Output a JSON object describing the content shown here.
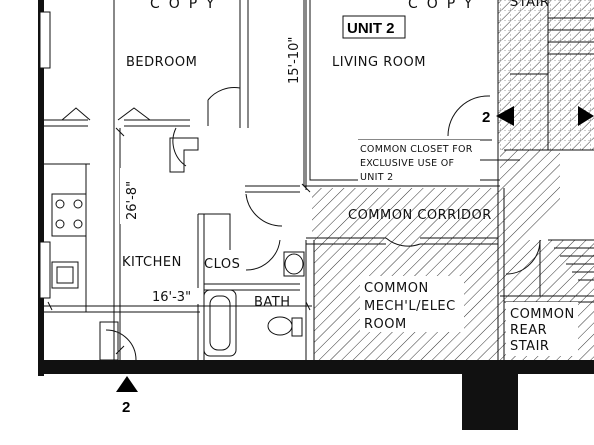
{
  "header": {
    "copy_left": "COPY",
    "copy_right": "COPY",
    "stair_top": "STAIR"
  },
  "unit_label": "UNIT 2",
  "rooms": {
    "bedroom": "BEDROOM",
    "living_room": "LIVING ROOM",
    "kitchen": "KITCHEN",
    "closet": "CLOS",
    "bath": "BATH",
    "common_corridor": "COMMON CORRIDOR",
    "mech_line1": "COMMON",
    "mech_line2": "MECH'L/ELEC",
    "mech_line3": "ROOM",
    "rear_line1": "COMMON",
    "rear_line2": "REAR",
    "rear_line3": "STAIR"
  },
  "closet_note": {
    "line1": "COMMON CLOSET FOR",
    "line2": "EXCLUSIVE USE OF",
    "line3": "UNIT 2"
  },
  "dimensions": {
    "vertical_left": "26'-8\"",
    "vertical_living": "15'-10\"",
    "horizontal": "16'-3\""
  },
  "section_markers": {
    "right_marker": "2",
    "bottom_marker": "2"
  },
  "colors": {
    "ink": "#111111",
    "paper": "#ffffff"
  }
}
